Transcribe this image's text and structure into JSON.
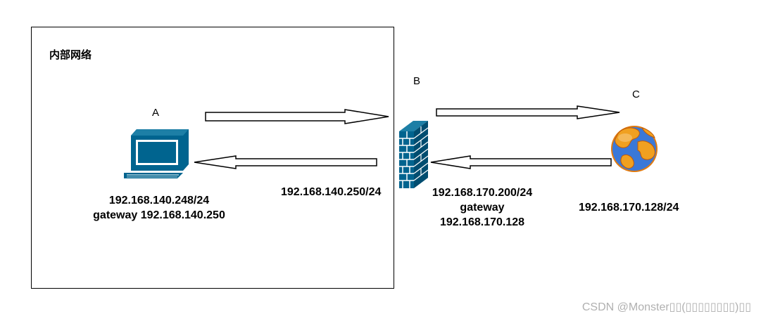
{
  "network": {
    "zone_label": "内部网络"
  },
  "nodes": {
    "a": {
      "letter": "A",
      "icon": "workstation-icon",
      "ip": "192.168.140.248/24",
      "gateway": "gateway 192.168.140.250"
    },
    "b": {
      "letter": "B",
      "icon": "firewall-icon",
      "inner_ip": "192.168.140.250/24",
      "outer_ip": "192.168.170.200/24",
      "gateway_label": "gateway",
      "gateway_ip": "192.168.170.128"
    },
    "c": {
      "letter": "C",
      "icon": "globe-icon",
      "ip": "192.168.170.128/24"
    }
  },
  "arrows": [
    {
      "from": "A",
      "to": "B"
    },
    {
      "from": "B",
      "to": "C"
    },
    {
      "from": "C",
      "to": "B"
    },
    {
      "from": "B",
      "to": "A"
    }
  ],
  "colors": {
    "device_blue": "#00648f",
    "globe_ocean": "#3a78d8",
    "globe_land": "#f0a020"
  },
  "watermark": "CSDN @Monster▯▯(▯▯▯▯▯▯▯▯)▯▯"
}
